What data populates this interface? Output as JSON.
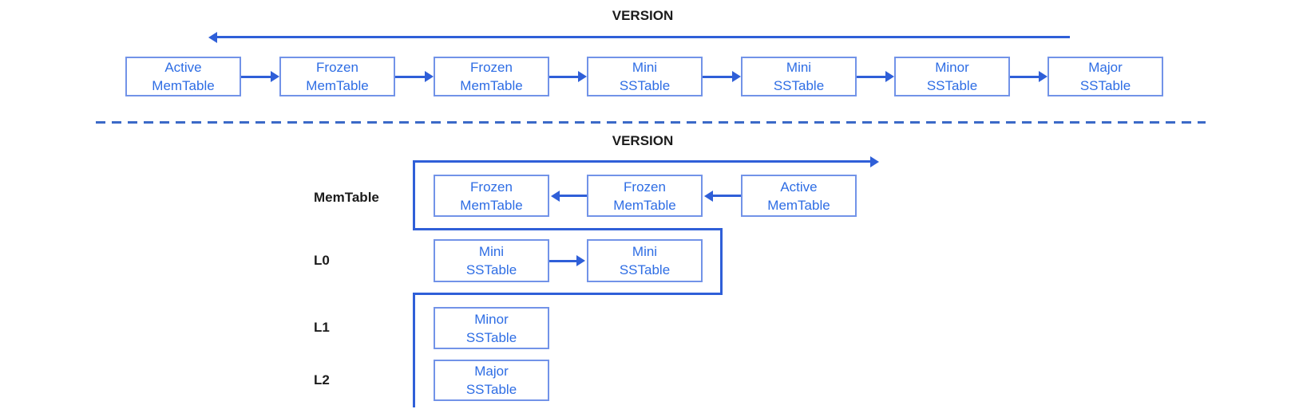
{
  "colors": {
    "box_border": "#7293e8",
    "box_text": "#2e6de4",
    "arrow": "#2f5fd8",
    "dashed_line": "#3b69c7",
    "label_text": "#1c1c1c"
  },
  "top_diagram": {
    "title": "VERSION",
    "boxes": [
      {
        "label": "Active\nMemTable"
      },
      {
        "label": "Frozen\nMemTable"
      },
      {
        "label": "Frozen\nMemTable"
      },
      {
        "label": "Mini\nSSTable"
      },
      {
        "label": "Mini\nSSTable"
      },
      {
        "label": "Minor\nSSTable"
      },
      {
        "label": "Major\nSSTable"
      }
    ]
  },
  "bottom_diagram": {
    "title": "VERSION",
    "rows": [
      {
        "label": "MemTable",
        "boxes": [
          {
            "label": "Frozen\nMemTable"
          },
          {
            "label": "Frozen\nMemTable"
          },
          {
            "label": "Active\nMemTable"
          }
        ]
      },
      {
        "label": "L0",
        "boxes": [
          {
            "label": "Mini\nSSTable"
          },
          {
            "label": "Mini\nSSTable"
          }
        ]
      },
      {
        "label": "L1",
        "boxes": [
          {
            "label": "Minor\nSSTable"
          }
        ]
      },
      {
        "label": "L2",
        "boxes": [
          {
            "label": "Major\nSSTable"
          }
        ]
      }
    ]
  }
}
